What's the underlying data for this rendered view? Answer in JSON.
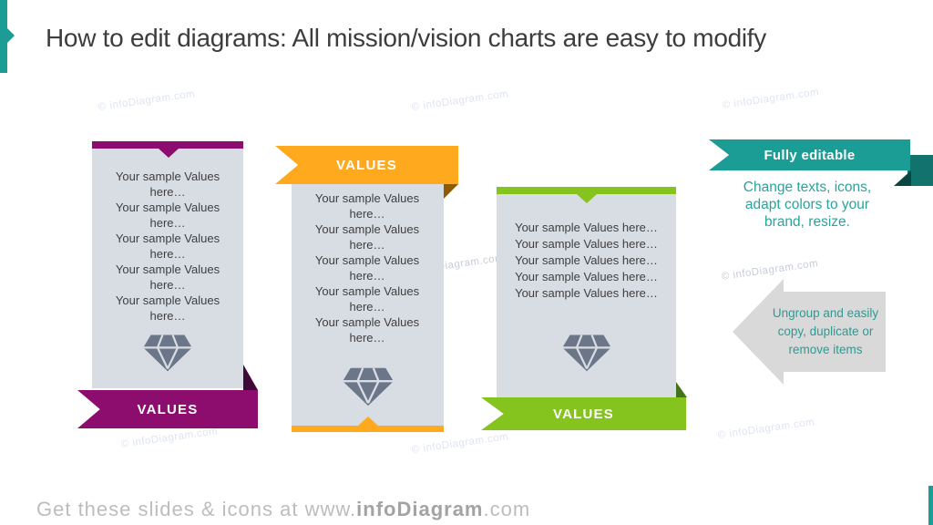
{
  "slide": {
    "title": "How to edit diagrams: All mission/vision charts are easy to modify",
    "accent_color": "#1B9C94",
    "background_color": "#FFFFFF"
  },
  "watermark": {
    "text": "© infoDiagram.com"
  },
  "panels": [
    {
      "name": "values-panel-1",
      "banner_label": "VALUES",
      "banner_position": "bottom",
      "accent_color": "#8C0D6E",
      "fold_color": "#400A38",
      "body_color": "#D8DCE3",
      "icon": "gem-icon",
      "lines": [
        "Your sample Values here…",
        "Your sample Values here…",
        "Your sample Values here…",
        "Your sample Values here…",
        "Your sample Values here…"
      ]
    },
    {
      "name": "values-panel-2",
      "banner_label": "VALUES",
      "banner_position": "top",
      "accent_color": "#FFA91F",
      "fold_color": "#8F5B00",
      "body_color": "#D8DCE3",
      "icon": "gem-icon",
      "lines": [
        "Your sample Values here…",
        "Your sample Values here…",
        "Your sample Values here…",
        "Your sample Values here…",
        "Your sample Values here…"
      ]
    },
    {
      "name": "values-panel-3",
      "banner_label": "VALUES",
      "banner_position": "bottom",
      "accent_color": "#85C41F",
      "fold_color": "#45731B",
      "body_color": "#D8DCE3",
      "icon": "gem-icon",
      "lines": [
        "Your sample Values here…",
        "Your sample Values here…",
        "Your sample Values here…",
        "Your sample Values here…",
        "Your sample Values here…"
      ]
    }
  ],
  "sidebar": {
    "ribbon_label": "Fully editable",
    "ribbon_color": "#1B9C94",
    "ribbon_fold_color": "#0A4641",
    "note_text": "Change texts, icons, adapt colors to your brand, resize.",
    "arrow_text": "Ungroup and easily copy, duplicate or remove items",
    "arrow_color": "#D9D9D9",
    "text_color": "#2BA39B"
  },
  "footer": {
    "prefix": "Get these slides & icons at www.",
    "brand": "infoDiagram",
    "suffix": ".com"
  }
}
